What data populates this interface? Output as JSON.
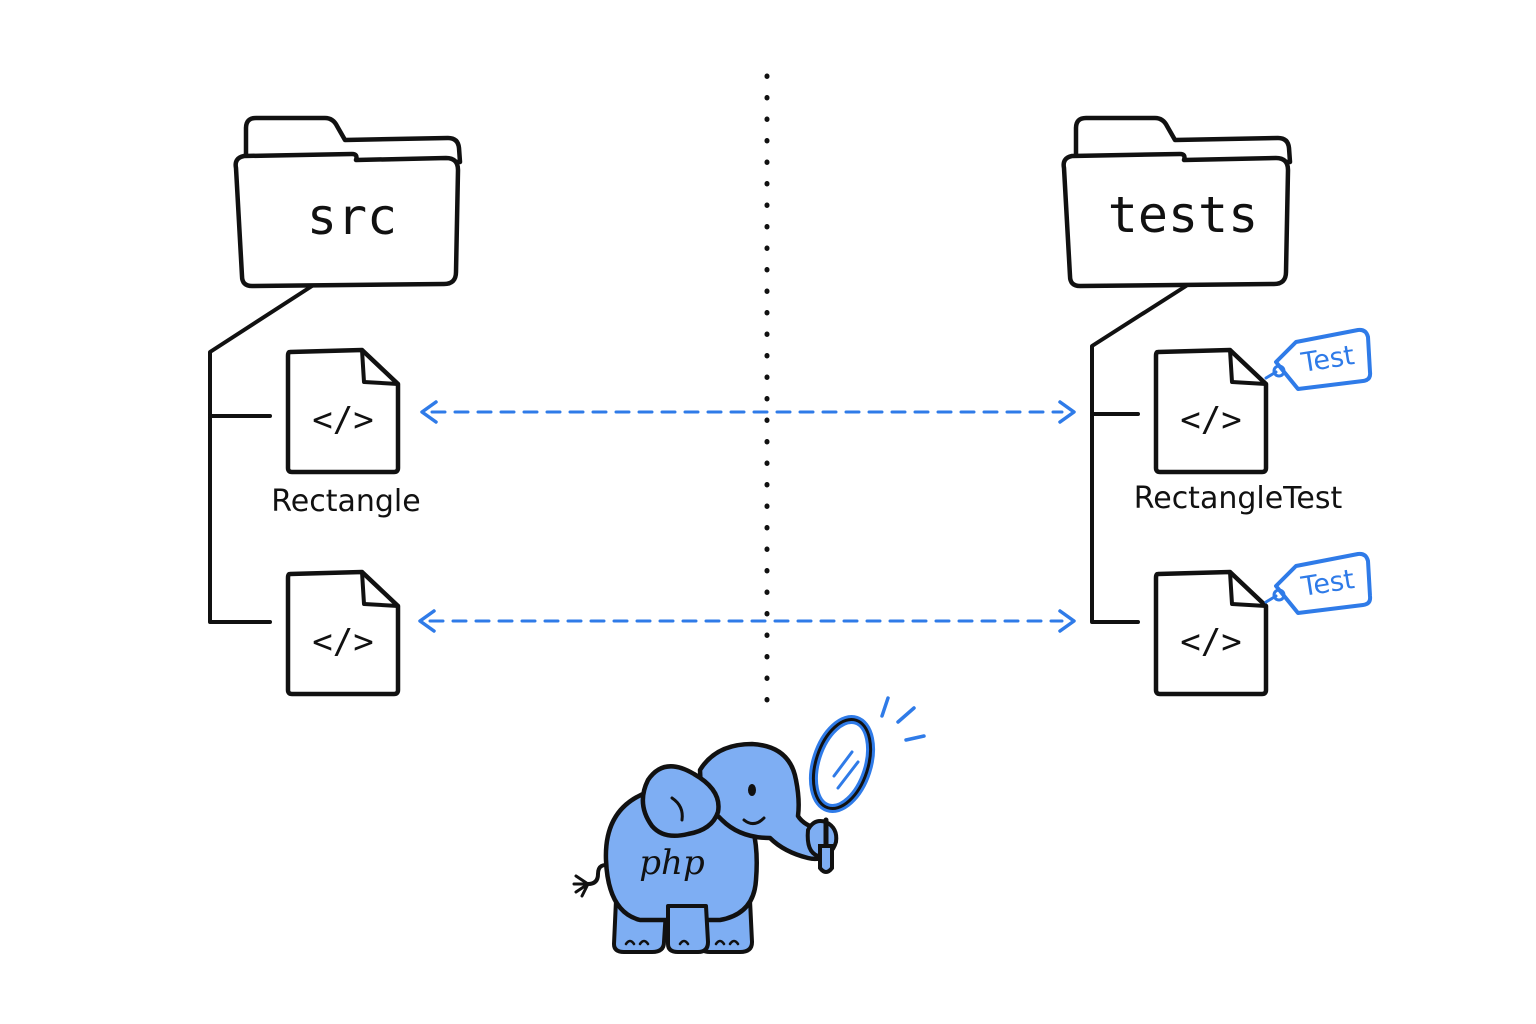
{
  "folders": {
    "source": {
      "label": "src"
    },
    "tests": {
      "label": "tests"
    }
  },
  "files": {
    "source_top": {
      "code": "</>",
      "label": "Rectangle"
    },
    "source_bottom": {
      "code": "</>"
    },
    "test_top": {
      "code": "</>",
      "label": "RectangleTest",
      "tag": "Test"
    },
    "test_bottom": {
      "code": "</>",
      "tag": "Test"
    }
  },
  "mascot": {
    "label": "php"
  },
  "colors": {
    "ink": "#111111",
    "accent": "#2f7be8",
    "elephant": "#7eaef3"
  },
  "icons": {
    "folder": "folder-icon",
    "file": "code-file-icon",
    "tag": "tag-icon",
    "arrow": "double-arrow",
    "mascot": "elephant-icon",
    "magnifier": "magnifying-glass-icon"
  }
}
